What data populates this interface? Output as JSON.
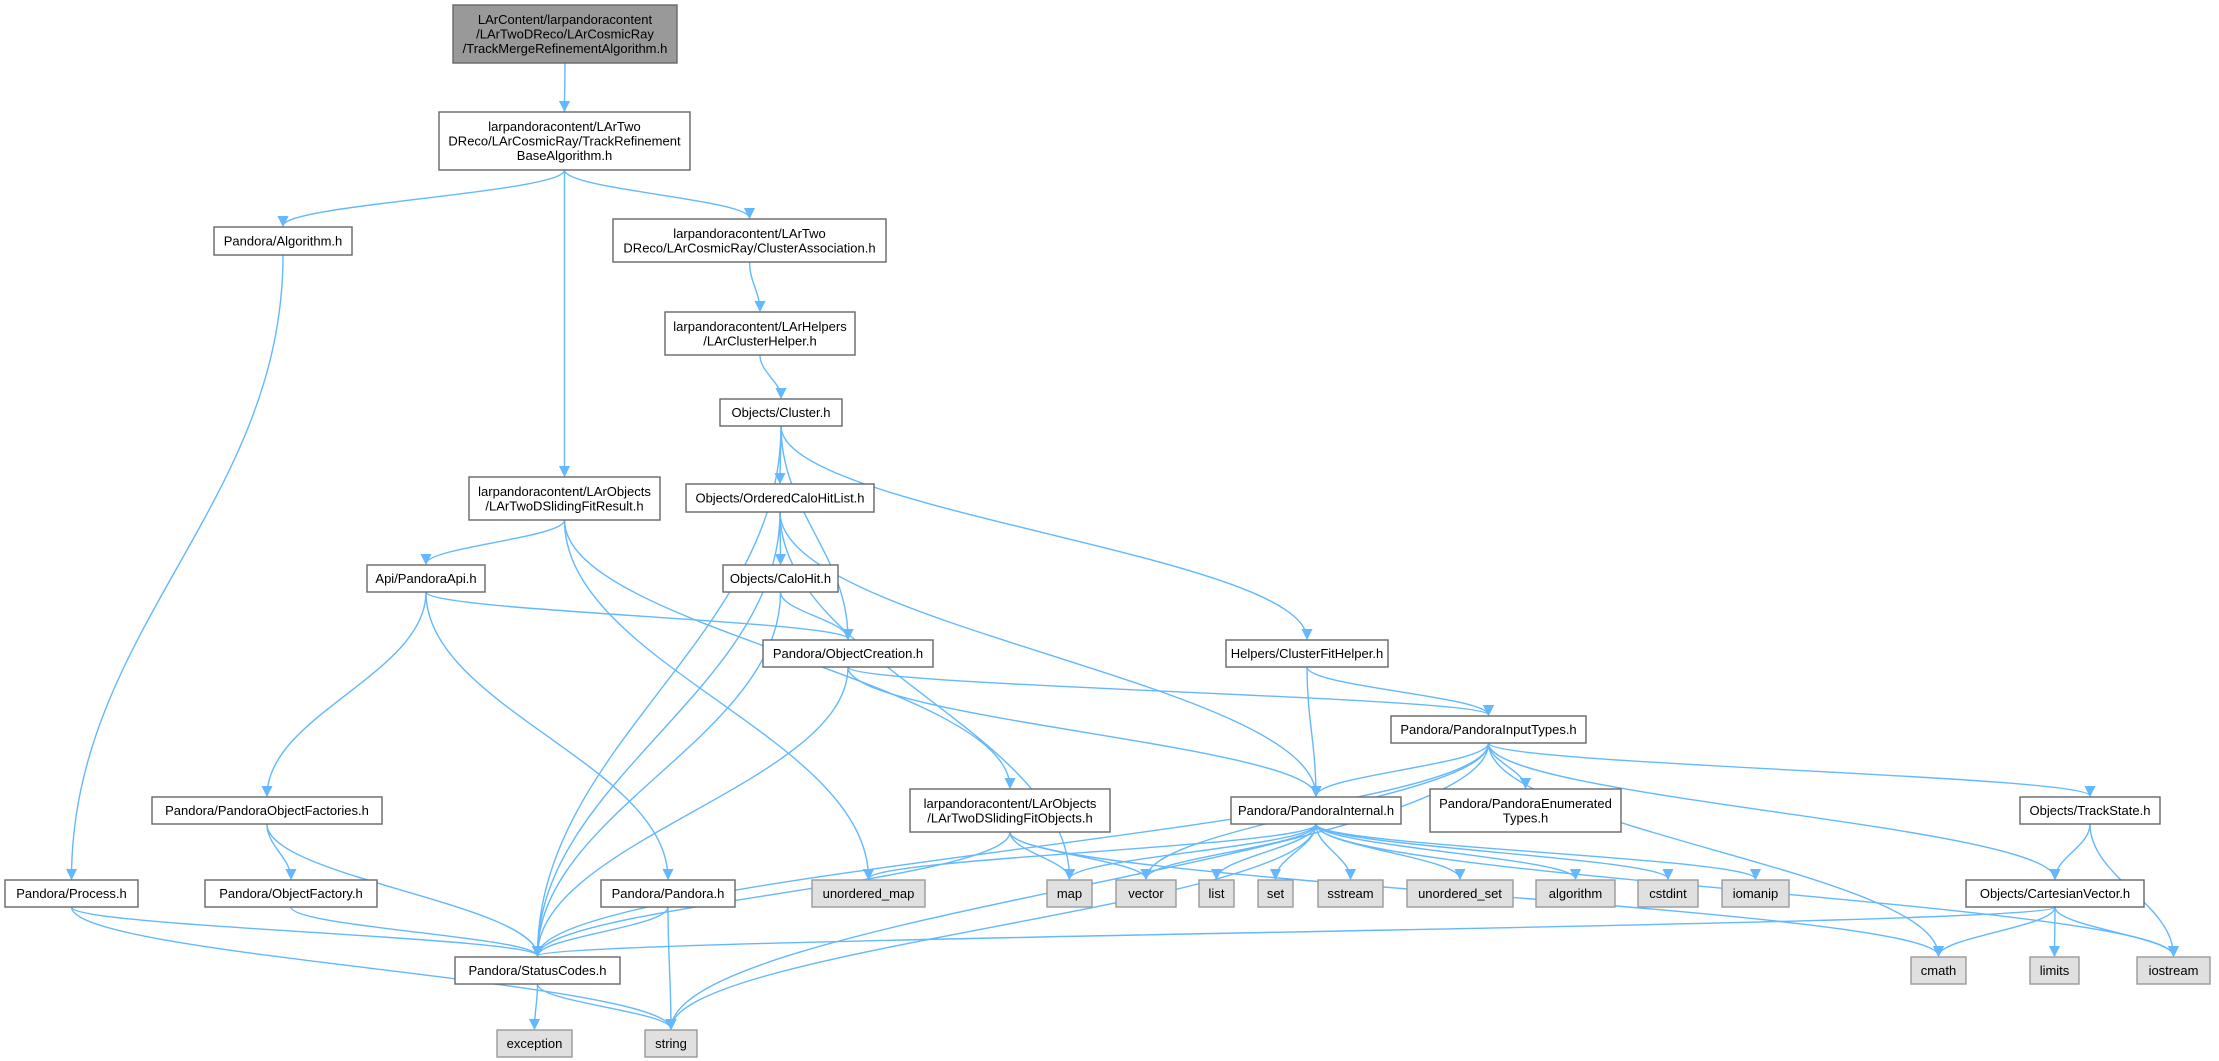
{
  "diagram": {
    "edge_color": "#63b8ff",
    "root_fill": "#999999",
    "system_fill": "#e0e0e0",
    "nodes": {
      "n0": [
        "LArContent/larpandoracontent",
        "/LArTwoDReco/LArCosmicRay",
        "/TrackMergeRefinementAlgorithm.h"
      ],
      "n1": [
        "larpandoracontent/LArTwo",
        "DReco/LArCosmicRay/TrackRefinement",
        "BaseAlgorithm.h"
      ],
      "n2": [
        "Pandora/Algorithm.h"
      ],
      "n3": [
        "larpandoracontent/LArTwo",
        "DReco/LArCosmicRay/ClusterAssociation.h"
      ],
      "n4": [
        "larpandoracontent/LArHelpers",
        "/LArClusterHelper.h"
      ],
      "n5": [
        "Objects/Cluster.h"
      ],
      "n6": [
        "larpandoracontent/LArObjects",
        "/LArTwoDSlidingFitResult.h"
      ],
      "n7": [
        "Objects/OrderedCaloHitList.h"
      ],
      "n8": [
        "Api/PandoraApi.h"
      ],
      "n9": [
        "Objects/CaloHit.h"
      ],
      "n10": [
        "Pandora/ObjectCreation.h"
      ],
      "n11": [
        "Helpers/ClusterFitHelper.h"
      ],
      "n12": [
        "Pandora/PandoraInputTypes.h"
      ],
      "n13": [
        "Pandora/PandoraObjectFactories.h"
      ],
      "n14": [
        "larpandoracontent/LArObjects",
        "/LArTwoDSlidingFitObjects.h"
      ],
      "n15": [
        "Pandora/PandoraInternal.h"
      ],
      "n16": [
        "Pandora/PandoraEnumerated",
        "Types.h"
      ],
      "n17": [
        "Objects/TrackState.h"
      ],
      "n18": [
        "Pandora/Process.h"
      ],
      "n19": [
        "Pandora/ObjectFactory.h"
      ],
      "n20": [
        "Pandora/Pandora.h"
      ],
      "n21": [
        "unordered_map"
      ],
      "n22": [
        "map"
      ],
      "n23": [
        "vector"
      ],
      "n24": [
        "list"
      ],
      "n25": [
        "set"
      ],
      "n26": [
        "sstream"
      ],
      "n27": [
        "unordered_set"
      ],
      "n28": [
        "algorithm"
      ],
      "n29": [
        "cstdint"
      ],
      "n30": [
        "iomanip"
      ],
      "n31": [
        "Objects/CartesianVector.h"
      ],
      "n32": [
        "Pandora/StatusCodes.h"
      ],
      "n33": [
        "cmath"
      ],
      "n34": [
        "limits"
      ],
      "n35": [
        "iostream"
      ],
      "n36": [
        "exception"
      ],
      "n37": [
        "string"
      ]
    }
  }
}
